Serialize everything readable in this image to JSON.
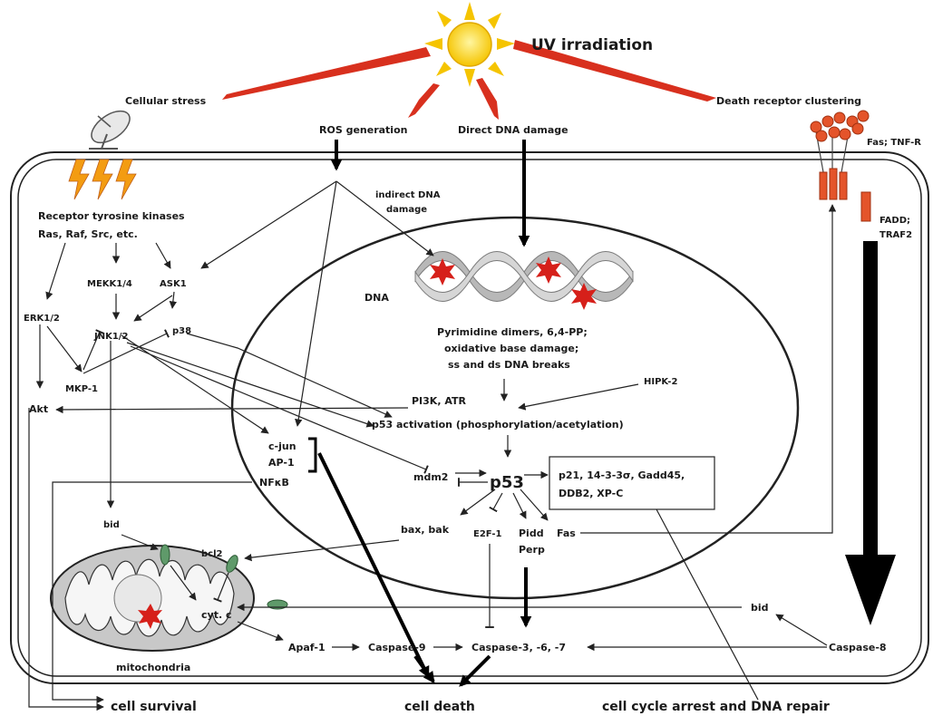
{
  "labels": {
    "uv": "UV irradiation",
    "cellular_stress": "Cellular stress",
    "death_receptor": "Death receptor clustering",
    "ros": "ROS generation",
    "direct_dna": "Direct DNA damage",
    "fas_tnfr": "Fas; TNF-R",
    "indirect_dna_1": "indirect DNA",
    "indirect_dna_2": "damage",
    "rtk": "Receptor tyrosine kinases",
    "ras": "Ras, Raf, Src, etc.",
    "fadd": "FADD;",
    "traf2": "TRAF2",
    "dna": "DNA",
    "mekk": "MEKK1/4",
    "ask1": "ASK1",
    "erk": "ERK1/2",
    "jnk": "JNK1/2",
    "p38": "p38",
    "mkp1": "MKP-1",
    "akt": "Akt",
    "damage1": "Pyrimidine dimers, 6,4-PP;",
    "damage2": "oxidative base damage;",
    "damage3": "ss and ds DNA breaks",
    "hipk2": "HIPK-2",
    "pi3k": "PI3K, ATR",
    "p53act": "p53 activation (phosphorylation/acetylation)",
    "cjun": "c-jun",
    "ap1": "AP-1",
    "nfkb": "NFκB",
    "mdm2": "mdm2",
    "p53": "p53",
    "targets1": "p21, 14-3-3σ, Gadd45,",
    "targets2": "DDB2, XP-C",
    "bid1": "bid",
    "baxbak": "bax, bak",
    "e2f1": "E2F-1",
    "pidd": "Pidd",
    "perp": "Perp",
    "fas": "Fas",
    "bcl2": "bcl2",
    "cytc": "cyt. c",
    "bid2": "bid",
    "mito": "mitochondria",
    "apaf": "Apaf-1",
    "casp9": "Caspase-9",
    "casp3": "Caspase-3, -6, -7",
    "casp8": "Caspase-8",
    "survival": "cell survival",
    "death": "cell death",
    "arrest": "cell cycle arrest and DNA repair"
  },
  "colors": {
    "sun": "#f5c400",
    "uv_arrows": "#d8301e",
    "lightning": "#f39c12",
    "receptor": "#e4542a",
    "dna_helix": "#9a9a9a",
    "damage_star": "#d6201a",
    "mito_fill": "#c8c8c8",
    "bcl2": "#5f9a6a"
  },
  "icons": [
    "sun-icon",
    "satellite-dish-icon",
    "lightning-icon",
    "receptor-icon",
    "dna-helix-icon",
    "damage-star-icon",
    "mitochondrion-icon"
  ]
}
